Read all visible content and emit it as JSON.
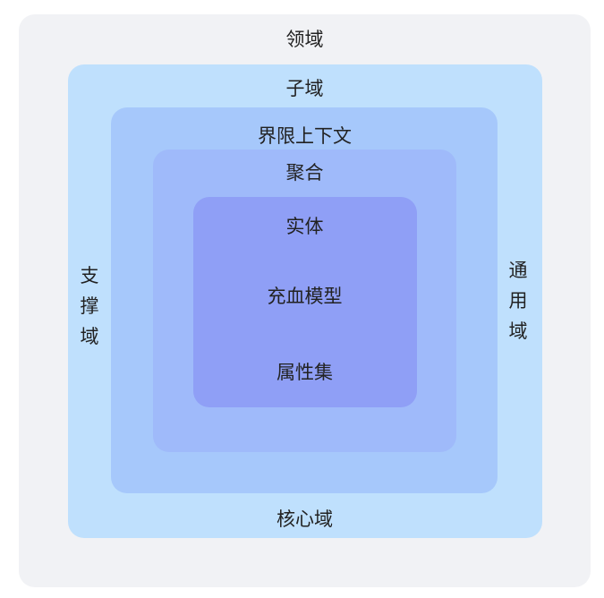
{
  "colors": {
    "domain": "#f1f2f5",
    "subdomain": "#bfe0fd",
    "bounded_context": "#a6c8fb",
    "aggregate": "#9fbafa",
    "entity": "#8f9ff6"
  },
  "labels": {
    "domain": "领域",
    "subdomain": "子域",
    "bounded_context": "界限上下文",
    "aggregate": "聚合",
    "entity": "实体",
    "rich_model": "充血模型",
    "attribute_set": "属性集",
    "supporting_domain": "支撑域",
    "generic_domain": "通用域",
    "core_domain": "核心域"
  }
}
